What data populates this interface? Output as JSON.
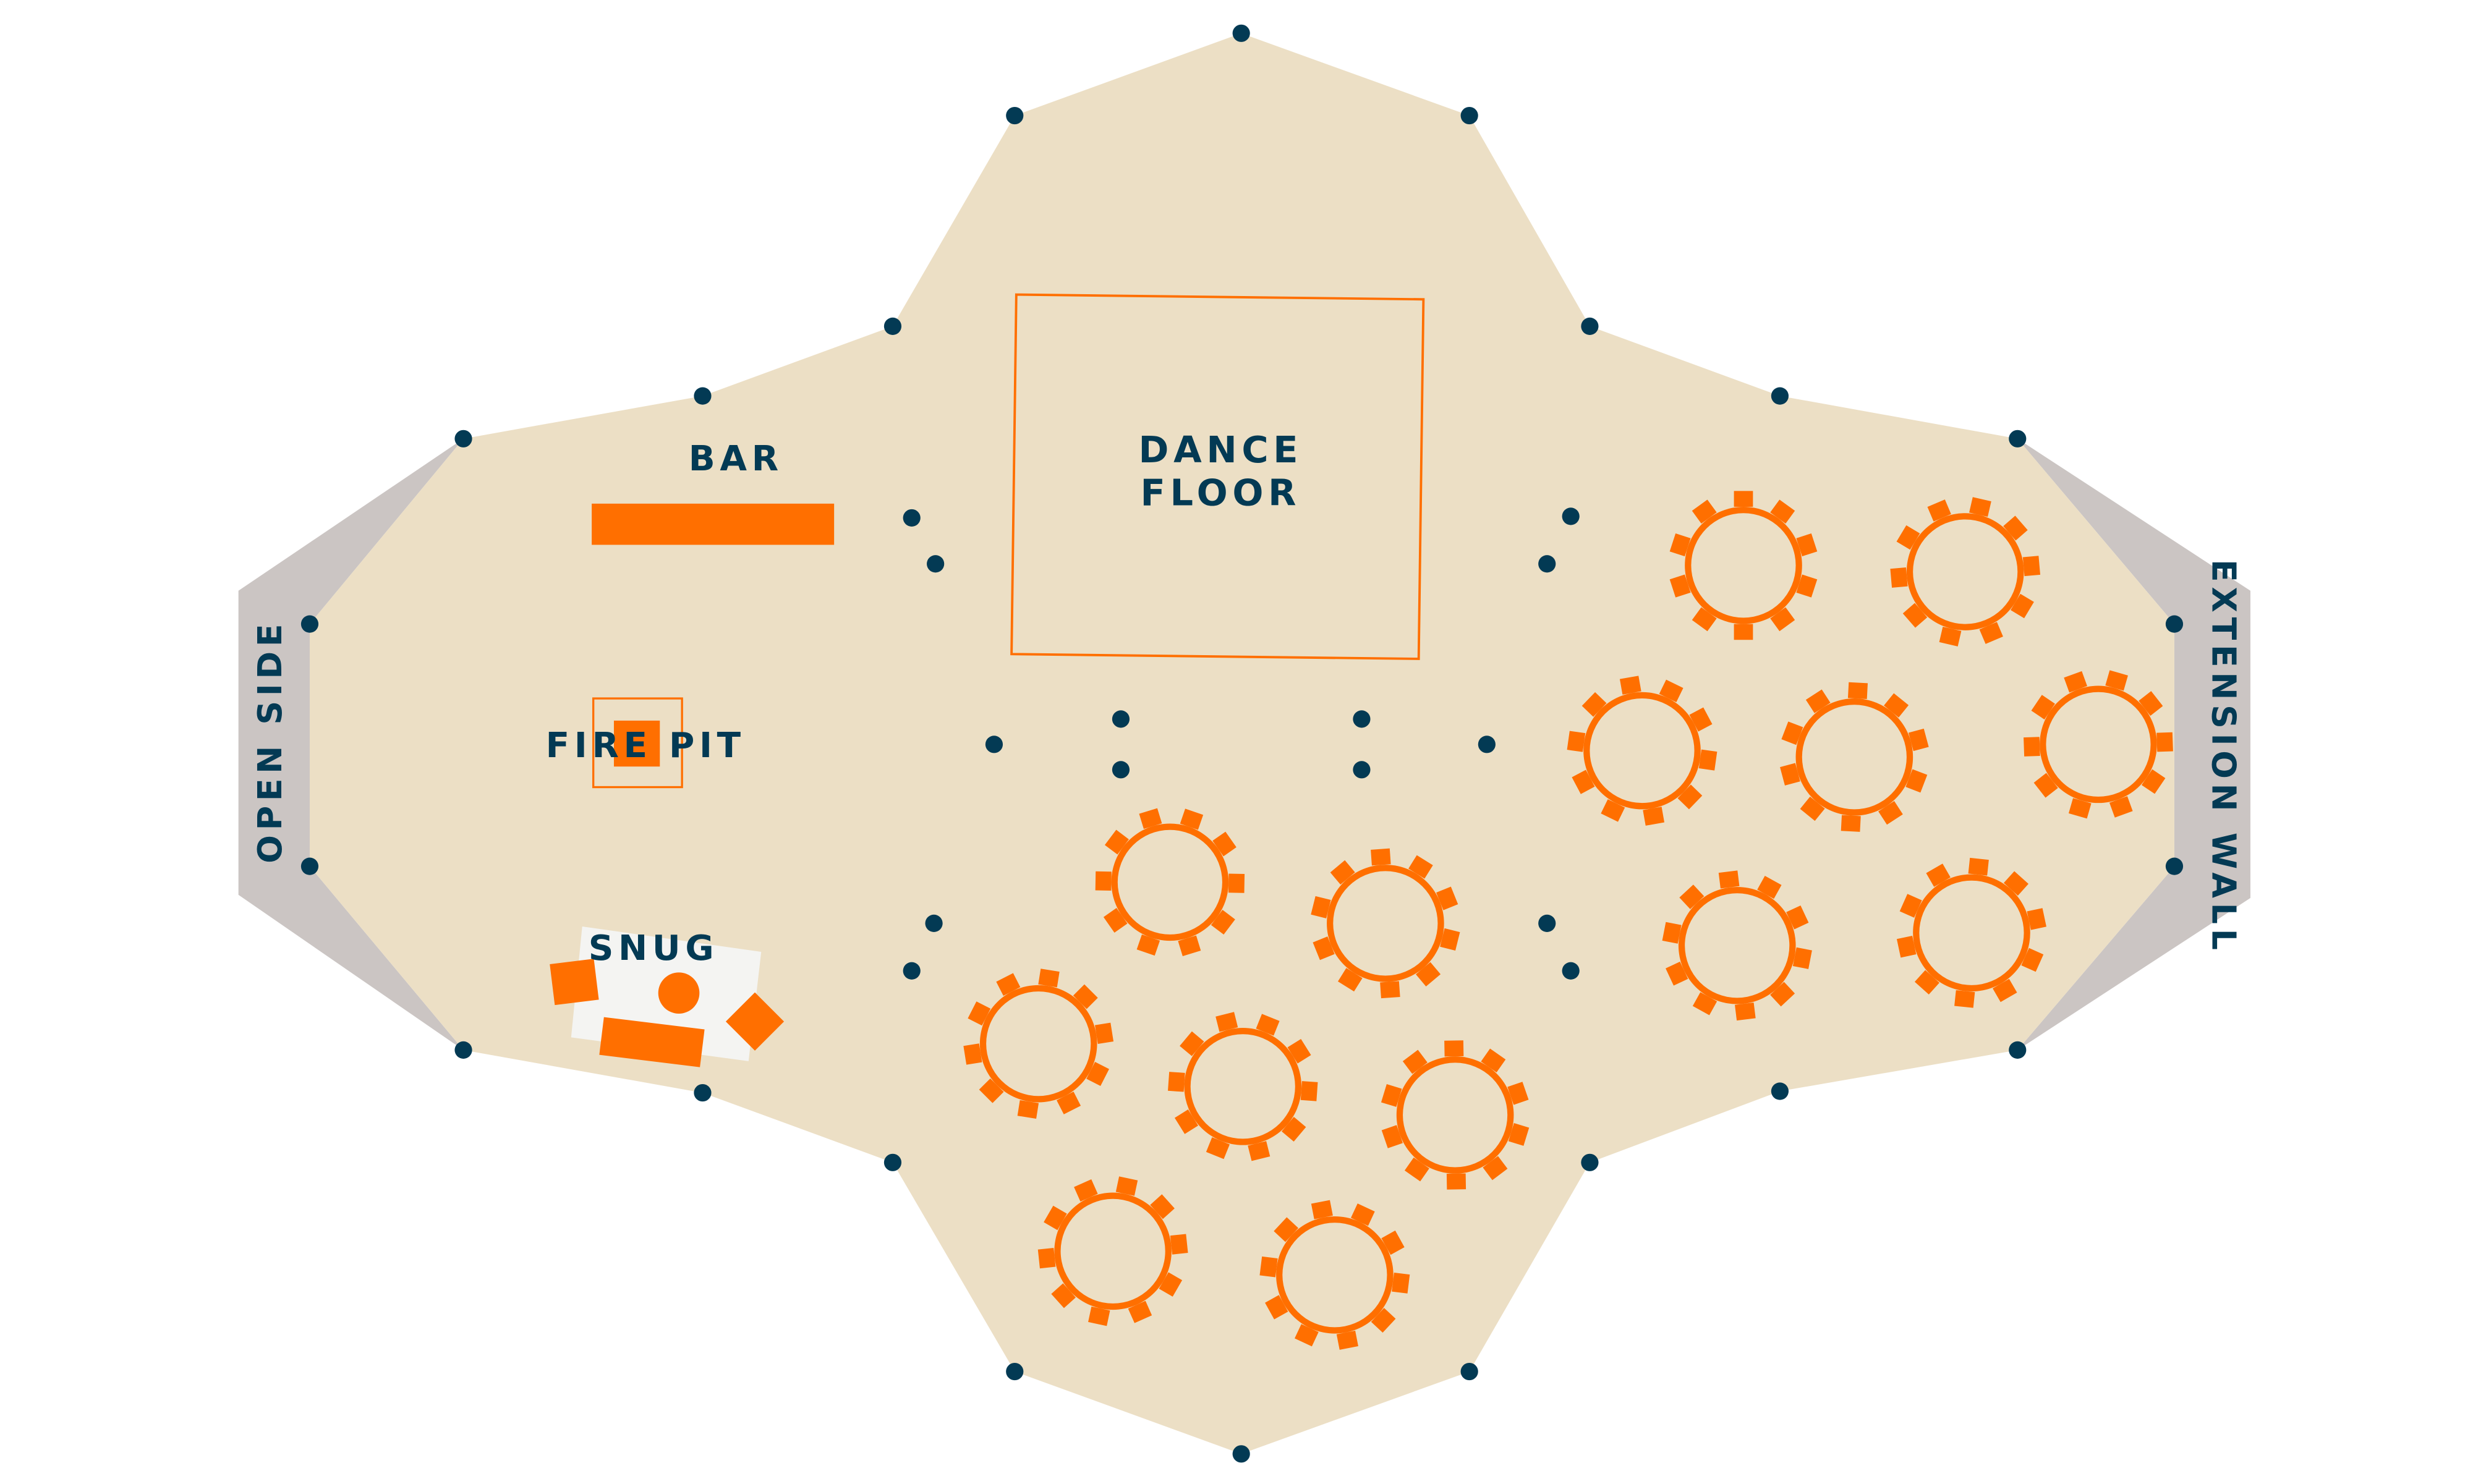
{
  "colors": {
    "floor": "#ECDFC5",
    "side": "#CBC5C3",
    "accent": "#FF6F00",
    "ink": "#033A54",
    "snug_rug": "#F4F4F2"
  },
  "labels": {
    "bar": "BAR",
    "dance_floor_line1": "DANCE",
    "dance_floor_line2": "FLOOR",
    "fire_pit": "FIRE PIT",
    "snug": "SNUG",
    "open_side": "OPEN SIDE",
    "extension_wall": "EXTENSION WALL"
  },
  "tables": {
    "count": 14,
    "chairs_per_table": 10
  }
}
